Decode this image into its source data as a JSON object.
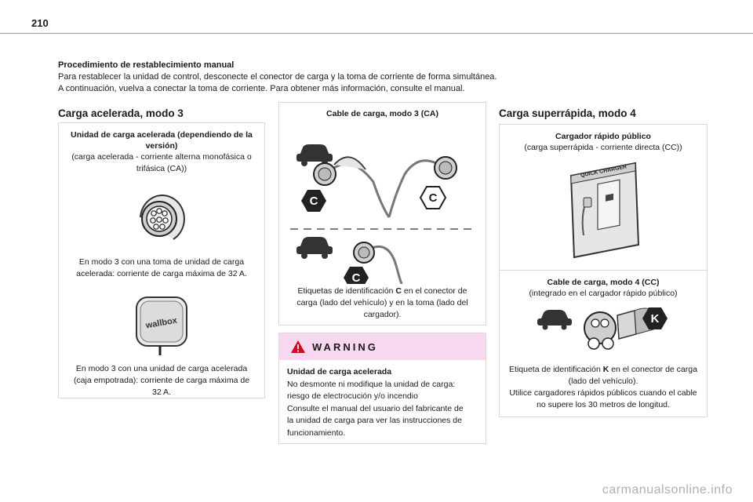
{
  "page": {
    "number": "210"
  },
  "intro": {
    "title": "Procedimiento de restablecimiento manual",
    "line1": "Para restablecer la unidad de control, desconecte el conector de carga y la toma de corriente de forma simultánea.",
    "line2": "A continuación, vuelva a conectar la toma de corriente. Para obtener más información, consulte el manual."
  },
  "col1": {
    "title": "Carga acelerada, modo 3",
    "unit_title": "Unidad de carga acelerada (dependiendo de la versión)",
    "unit_desc": "(carga acelerada - corriente alterna monofásica o trifásica (CA))",
    "socket_caption": "En modo 3 con una toma de unidad de carga acelerada: corriente de carga máxima de 32 A.",
    "wallbox_label": "wallbox",
    "wallbox_caption": "En modo 3 con una unidad de carga acelerada (caja empotrada): corriente de carga máxima de 32 A."
  },
  "col2": {
    "cable_title": "Cable de carga, modo 3 (CA)",
    "badge_letter": "C",
    "caption_pre": "Etiquetas de identificación ",
    "caption_bold": "C",
    "caption_post": " en el conector de carga (lado del vehículo) y en la toma (lado del cargador).",
    "warning": {
      "label": "WARNING",
      "title": "Unidad de carga acelerada",
      "lines": [
        "No desmonte ni modifique la unidad de carga:",
        "riesgo de electrocución y/o incendio",
        "Consulte el manual del usuario del fabricante de",
        "la unidad de carga para ver las instrucciones de",
        "funcionamiento."
      ]
    }
  },
  "col3": {
    "title": "Carga superrápida, modo 4",
    "charger_title": "Cargador rápido público",
    "charger_desc": "(carga superrápida - corriente directa (CC))",
    "charger_sign": "QUICK CHARGER",
    "cable_title": "Cable de carga, modo 4 (CC)",
    "cable_desc": "(integrado en el cargador rápido público)",
    "badge_letter": "K",
    "caption_pre": "Etiqueta de identificación ",
    "caption_bold": "K",
    "caption_post": " en el conector de carga (lado del vehículo).",
    "caption_2": "Utilice cargadores rápidos públicos cuando el cable no supere los 30 metros de longitud."
  },
  "footer": {
    "watermark": "carmanualsonline.info"
  },
  "colors": {
    "warning_bg": "#f8d7f1",
    "badge": "#1a1a1a",
    "border": "#d9d9d9"
  }
}
